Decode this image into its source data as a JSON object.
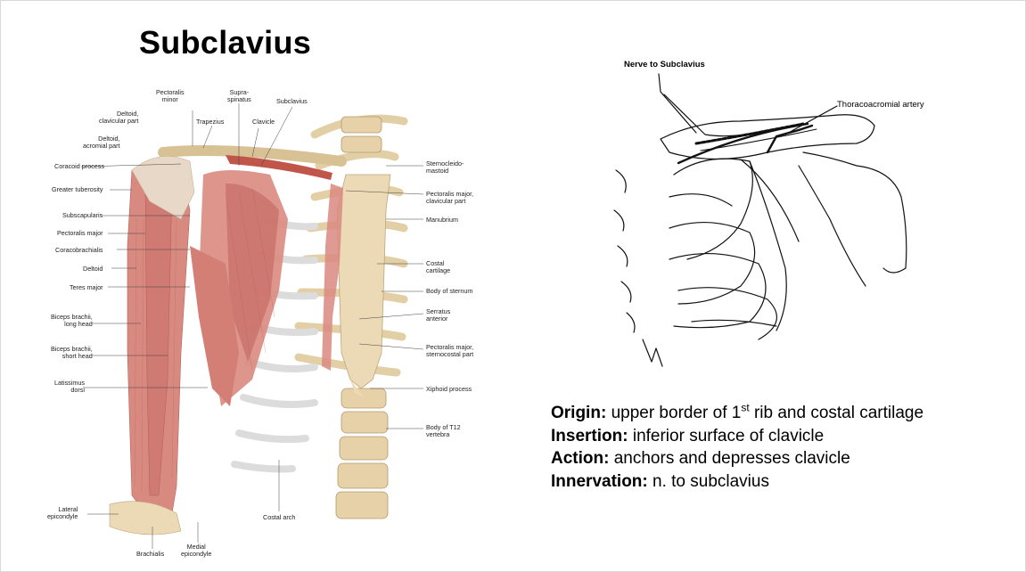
{
  "title": "Subclavius",
  "anatomy_labels": {
    "pectoralis_minor": "Pectoralis\nminor",
    "supraspinatus": "Supra-\nspinatus",
    "subclavius": "Subclavius",
    "deltoid_clavicular": "Deltoid,\nclavicular part",
    "trapezius": "Trapezius",
    "clavicle": "Clavicle",
    "deltoid_acromial": "Deltoid,\nacromial part",
    "coracoid_process": "Coracoid process",
    "greater_tuberosity": "Greater tuberosity",
    "subscapularis": "Subscapularis",
    "pectoralis_major": "Pectoralis major",
    "coracobrachialis": "Coracobrachialis",
    "deltoid": "Deltoid",
    "teres_major": "Teres major",
    "biceps_long": "Biceps brachii,\nlong head",
    "biceps_short": "Biceps brachii,\nshort head",
    "latissimus": "Latissimus\ndorsi",
    "lateral_epicondyle": "Lateral\nepicondyle",
    "brachialis": "Brachialis",
    "medial_epicondyle": "Medial\nepicondyle",
    "costal_arch": "Costal arch",
    "sternocleidomastoid": "Sternocleido-\nmastoid",
    "pec_major_clavicular": "Pectoralis major,\nclavicular part",
    "manubrium": "Manubrium",
    "costal_cartilage": "Costal\ncartilage",
    "body_of_sternum": "Body of sternum",
    "serratus_anterior": "Serratus\nanterior",
    "pec_major_sternocostal": "Pectoralis major,\nsternocostal part",
    "xiphoid_process": "Xiphoid process",
    "body_t12": "Body of T12\nvertebra"
  },
  "sketch_labels": {
    "nerve": "Nerve to Subclavius",
    "artery": "Thoracoacromial artery"
  },
  "info": {
    "origin_label": "Origin:",
    "origin_text_a": "upper border of 1",
    "origin_sup": "st",
    "origin_text_b": "rib and costal cartilage",
    "insertion_label": "Insertion:",
    "insertion_text": "inferior surface of clavicle",
    "action_label": "Action:",
    "action_text": "anchors and depresses clavicle",
    "innervation_label": "Innervation:",
    "innervation_text": "n. to subclavius"
  },
  "colors": {
    "muscle": "#d98a80",
    "muscle_dark": "#b8574d",
    "bone": "#ecd9b6",
    "cartilage": "#e6e6e6"
  }
}
